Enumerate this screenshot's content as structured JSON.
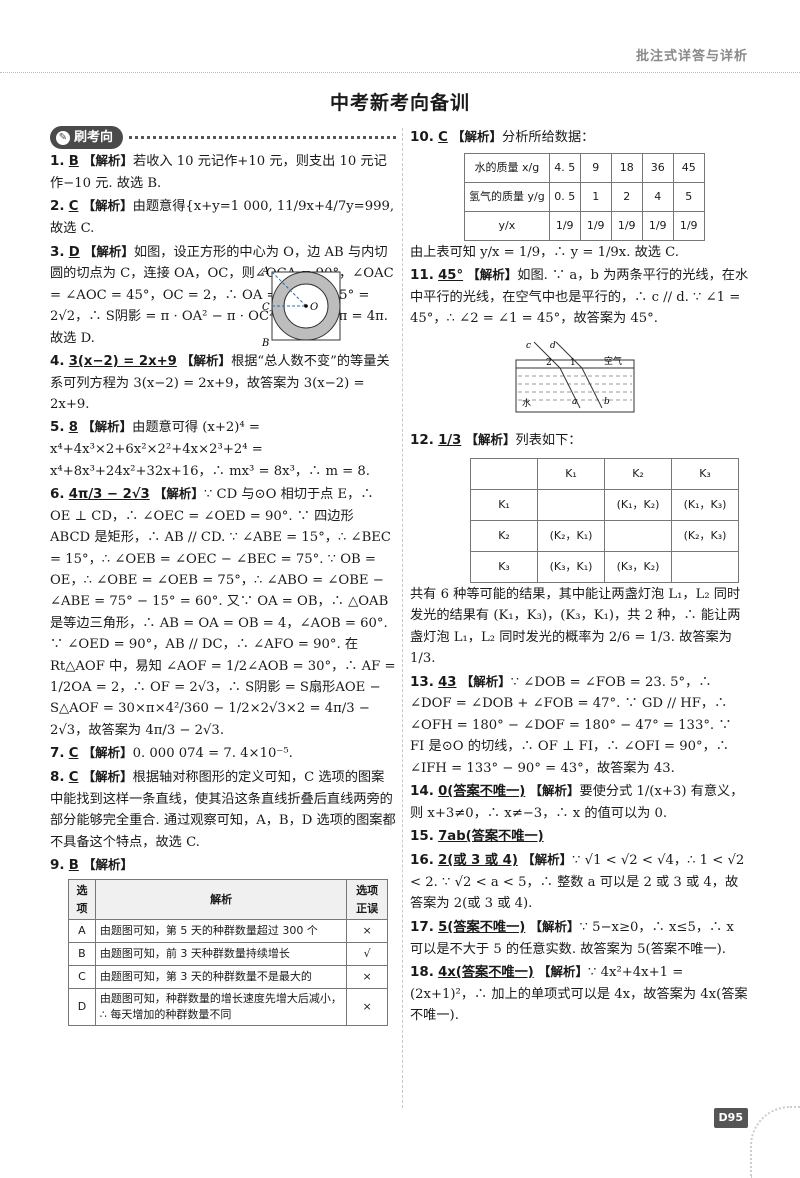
{
  "header": {
    "tag": "批注式详答与详析"
  },
  "page_title": "中考新考向备训",
  "section": {
    "label": "刷考向"
  },
  "left": [
    {
      "num": "1.",
      "ans": "B",
      "tag": "【解析】",
      "text": "若收入 10 元记作+10 元，则支出 10 元记作−10 元. 故选 B."
    },
    {
      "num": "2.",
      "ans": "C",
      "tag": "【解析】",
      "text": "由题意得{x+y=1 000, 11/9x+4/7y=999, 故选 C."
    },
    {
      "num": "3.",
      "ans": "D",
      "tag": "【解析】",
      "text": "如图，设正方形的中心为 O，边 AB 与内切圆的切点为 C，连接 OA，OC，则∠OCA = 90°，∠OAC = ∠AOC = 45°，OC = 2，∴ OA = OC/sin 45° = 2√2，∴ S阴影 = π · OA² − π · OC² = 8π − 4π = 4π. 故选 D."
    },
    {
      "num": "4.",
      "ans": "3(x−2) = 2x+9",
      "tag": "【解析】",
      "text": "根据“总人数不变”的等量关系可列方程为 3(x−2) = 2x+9，故答案为 3(x−2) = 2x+9."
    },
    {
      "num": "5.",
      "ans": "8",
      "tag": "【解析】",
      "text": "由题意可得 (x+2)⁴ = x⁴+4x³×2+6x²×2²+4x×2³+2⁴ = x⁴+8x³+24x²+32x+16，∴ mx³ = 8x³，∴ m = 8."
    },
    {
      "num": "6.",
      "ans": "4π/3 − 2√3",
      "tag": "【解析】",
      "text": "∵ CD 与⊙O 相切于点 E，∴ OE ⊥ CD，∴ ∠OEC = ∠OED = 90°. ∵ 四边形 ABCD 是矩形，∴ AB // CD. ∵ ∠ABE = 15°，∴ ∠BEC = 15°，∴ ∠OEB = ∠OEC − ∠BEC = 75°. ∵ OB = OE，∴ ∠OBE = ∠OEB = 75°，∴ ∠ABO = ∠OBE − ∠ABE = 75° − 15° = 60°. 又∵ OA = OB，∴ △OAB 是等边三角形，∴ AB = OA = OB = 4，∠AOB = 60°. ∵ ∠OED = 90°，AB // DC，∴ ∠AFO = 90°. 在 Rt△AOF 中，易知 ∠AOF = 1/2∠AOB = 30°，∴ AF = 1/2OA = 2，∴ OF = 2√3，∴ S阴影 = S扇形AOE − S△AOF = 30×π×4²/360 − 1/2×2√3×2 = 4π/3 − 2√3，故答案为 4π/3 − 2√3."
    },
    {
      "num": "7.",
      "ans": "C",
      "tag": "【解析】",
      "text": "0. 000 074 = 7. 4×10⁻⁵."
    },
    {
      "num": "8.",
      "ans": "C",
      "tag": "【解析】",
      "text": "根据轴对称图形的定义可知，C 选项的图案中能找到这样一条直线，使其沿这条直线折叠后直线两旁的部分能够完全重合. 通过观察可知，A，B，D 选项的图案都不具备这个特点，故选 C."
    },
    {
      "num": "9.",
      "ans": "B",
      "tag": "【解析】",
      "text": ""
    }
  ],
  "table9": {
    "headers": [
      "选项",
      "解析",
      "选项正误"
    ],
    "rows": [
      [
        "A",
        "由题图可知，第 5 天的种群数量超过 300 个",
        "×"
      ],
      [
        "B",
        "由题图可知，前 3 天种群数量持续增长",
        "√"
      ],
      [
        "C",
        "由题图可知，第 3 天的种群数量不是最大的",
        "×"
      ],
      [
        "D",
        "由题图可知，种群数量的增长速度先增大后减小，∴ 每天增加的种群数量不同",
        "×"
      ]
    ]
  },
  "right_a": [
    {
      "num": "10.",
      "ans": "C",
      "tag": "【解析】",
      "text": "分析所给数据："
    }
  ],
  "table10": {
    "rows": [
      [
        "水的质量 x/g",
        "4. 5",
        "9",
        "18",
        "36",
        "45"
      ],
      [
        "氢气的质量 y/g",
        "0. 5",
        "1",
        "2",
        "4",
        "5"
      ],
      [
        "y/x",
        "1/9",
        "1/9",
        "1/9",
        "1/9",
        "1/9"
      ]
    ]
  },
  "right_b": [
    {
      "num": "",
      "ans": "",
      "tag": "",
      "text": "由上表可知 y/x = 1/9，∴ y = 1/9x. 故选 C."
    },
    {
      "num": "11.",
      "ans": "45°",
      "tag": "【解析】",
      "text": "如图. ∵ a，b 为两条平行的光线，在水中平行的光线，在空气中也是平行的，∴ c // d. ∵ ∠1 = 45°，∴ ∠2 = ∠1 = 45°，故答案为 45°."
    }
  ],
  "beaker": {
    "labels": [
      "c",
      "d",
      "2",
      "1",
      "空气",
      "水",
      "a",
      "b"
    ]
  },
  "right_c": [
    {
      "num": "12.",
      "ans": "1/3",
      "tag": "【解析】",
      "text": "列表如下："
    }
  ],
  "table12": {
    "headers": [
      "",
      "K₁",
      "K₂",
      "K₃"
    ],
    "rows": [
      [
        "K₁",
        "",
        "(K₁，K₂)",
        "(K₁，K₃)"
      ],
      [
        "K₂",
        "(K₂，K₁)",
        "",
        "(K₂，K₃)"
      ],
      [
        "K₃",
        "(K₃，K₁)",
        "(K₃，K₂)",
        ""
      ]
    ]
  },
  "right_d": [
    {
      "num": "",
      "ans": "",
      "tag": "",
      "text": "共有 6 种等可能的结果，其中能让两盏灯泡 L₁，L₂ 同时发光的结果有 (K₁，K₃)，(K₃，K₁)，共 2 种，∴ 能让两盏灯泡 L₁，L₂ 同时发光的概率为 2/6 = 1/3. 故答案为 1/3."
    },
    {
      "num": "13.",
      "ans": "43",
      "tag": "【解析】",
      "text": "∵ ∠DOB = ∠FOB = 23. 5°，∴ ∠DOF = ∠DOB + ∠FOB = 47°. ∵ GD // HF，∴ ∠OFH = 180° − ∠DOF = 180° − 47° = 133°. ∵ FI 是⊙O 的切线，∴ OF ⊥ FI，∴ ∠OFI = 90°，∴ ∠IFH = 133° − 90° = 43°，故答案为 43."
    },
    {
      "num": "14.",
      "ans": "0(答案不唯一)",
      "tag": "【解析】",
      "text": "要使分式 1/(x+3) 有意义，则 x+3≠0，∴ x≠−3，∴ x 的值可以为 0."
    },
    {
      "num": "15.",
      "ans": "7ab(答案不唯一)",
      "tag": "",
      "text": ""
    },
    {
      "num": "16.",
      "ans": "2(或 3 或 4)",
      "tag": "【解析】",
      "text": "∵ √1 < √2 < √4，∴ 1 < √2 < 2. ∵ √2 < a < 5，∴ 整数 a 可以是 2 或 3 或 4，故答案为 2(或 3 或 4)."
    },
    {
      "num": "17.",
      "ans": "5(答案不唯一)",
      "tag": "【解析】",
      "text": "∵ 5−x≥0，∴ x≤5，∴ x 可以是不大于 5 的任意实数. 故答案为 5(答案不唯一)."
    },
    {
      "num": "18.",
      "ans": "4x(答案不唯一)",
      "tag": "【解析】",
      "text": "∵ 4x²+4x+1 = (2x+1)²，∴ 加上的单项式可以是 4x，故答案为 4x(答案不唯一)."
    }
  ],
  "figure_circle": {
    "labels": [
      "A",
      "C",
      "O",
      "B"
    ]
  },
  "page_number": "D95"
}
